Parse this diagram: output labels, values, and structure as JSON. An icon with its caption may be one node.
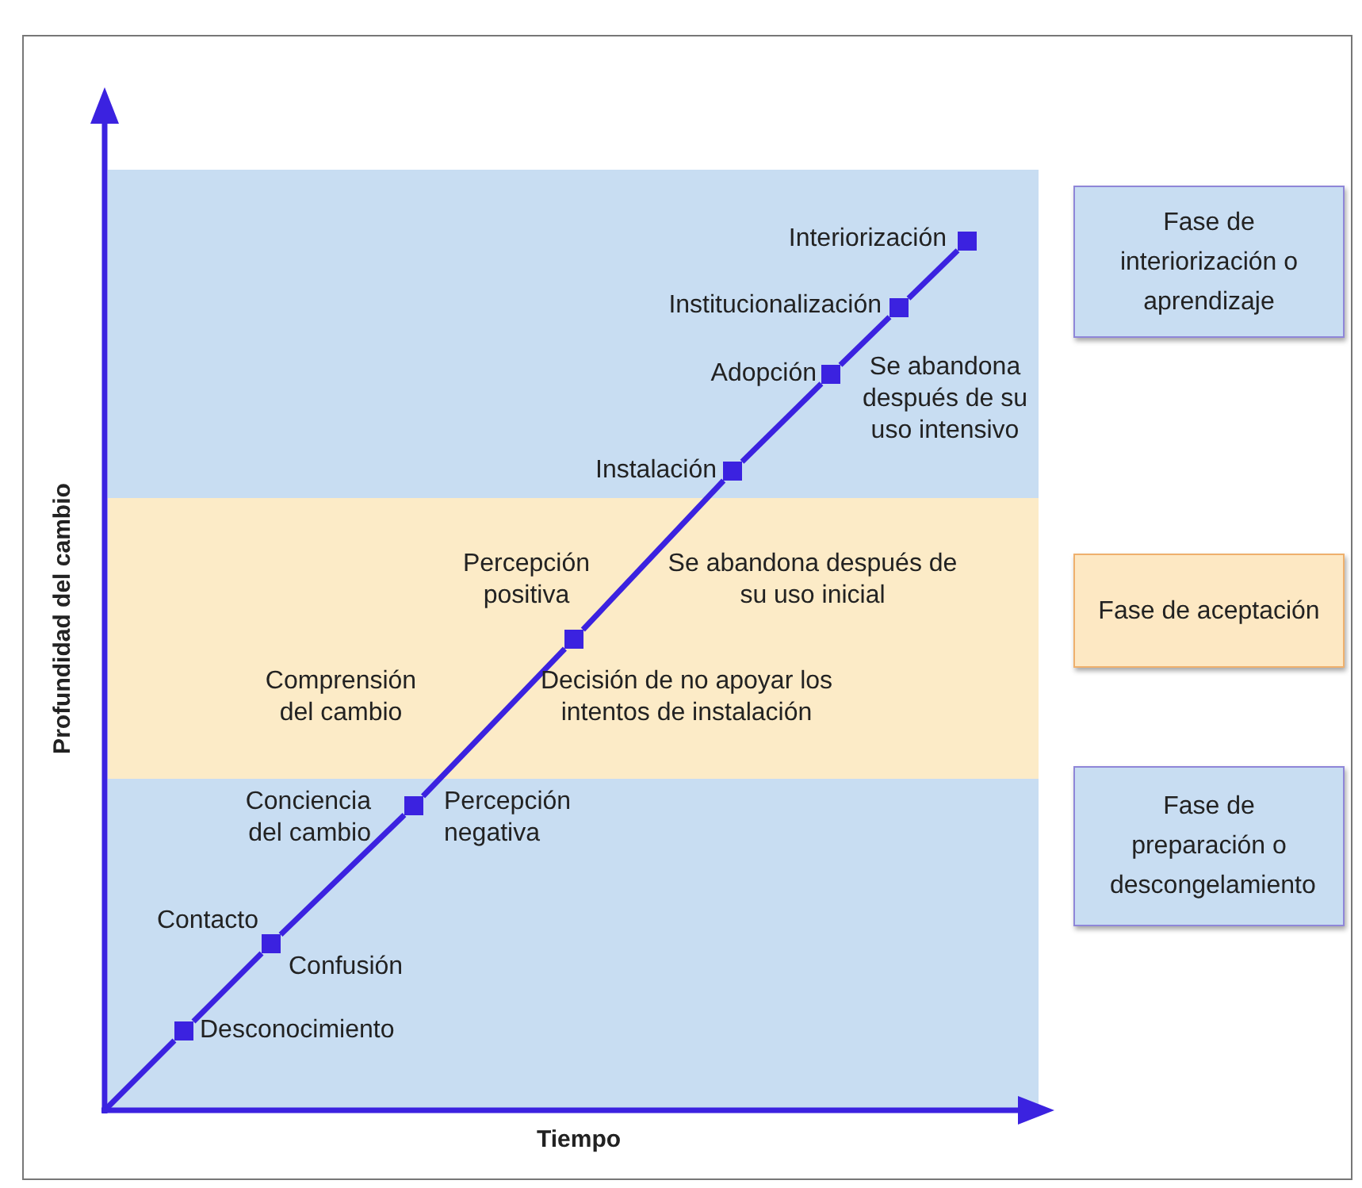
{
  "diagram": {
    "nodes": [
      {
        "text": [],
        "shape": "band"
      },
      {
        "text": [],
        "shape": "box",
        "beside": [
          "Interiorización"
        ],
        "in": 0
      },
      {
        "text": [],
        "shape": "box",
        "beside": [
          "Institucionalización"
        ],
        "in": 0
      },
      {
        "text": [],
        "shape": "box",
        "beside": [
          "Adopción"
        ],
        "in": 0
      },
      {
        "text": [],
        "shape": "box",
        "beside": [
          "Instalación"
        ],
        "in": 0
      },
      {
        "text": [
          "Fase de interiorización o aprendizaje"
        ]
      },
      {
        "text": [],
        "shape": "band"
      },
      {
        "text": [],
        "shape": "box",
        "beside": [
          "Percepción positiva"
        ],
        "in": 6
      },
      {
        "text": [
          "Fase de aceptación"
        ]
      },
      {
        "text": [],
        "shape": "band"
      },
      {
        "text": [],
        "shape": "box",
        "beside": [
          "Conciencia del cambio"
        ],
        "in": 9
      },
      {
        "text": [],
        "shape": "box",
        "beside": [
          "Contacto"
        ],
        "in": 9
      },
      {
        "text": [],
        "shape": "box",
        "beside": [
          "Desconocimiento"
        ],
        "in": 9
      },
      {
        "text": [
          "Fase de preparación o descongelamiento"
        ]
      }
    ],
    "edges": [
      {
        "from": null,
        "to": 12,
        "arrow": "none"
      },
      {
        "from": 12,
        "to": 11,
        "arrow": "none"
      },
      {
        "from": 11,
        "to": 10,
        "arrow": "none"
      },
      {
        "from": 10,
        "to": 7,
        "arrow": "none"
      },
      {
        "from": 7,
        "to": 4,
        "arrow": "none"
      },
      {
        "from": 4,
        "to": 3,
        "arrow": "none"
      },
      {
        "from": 3,
        "to": 2,
        "arrow": "none"
      },
      {
        "from": 2,
        "to": 1,
        "arrow": "none"
      }
    ],
    "labels": [
      "Se abandona después de su uso intensivo",
      "Se abandona después de su uso inicial",
      "Comprensión del cambio",
      "Decisión de no apoyar los intentos de instalación",
      "Percepción negativa",
      "Confusión",
      "Profundidad del cambio",
      "Tiempo"
    ]
  }
}
